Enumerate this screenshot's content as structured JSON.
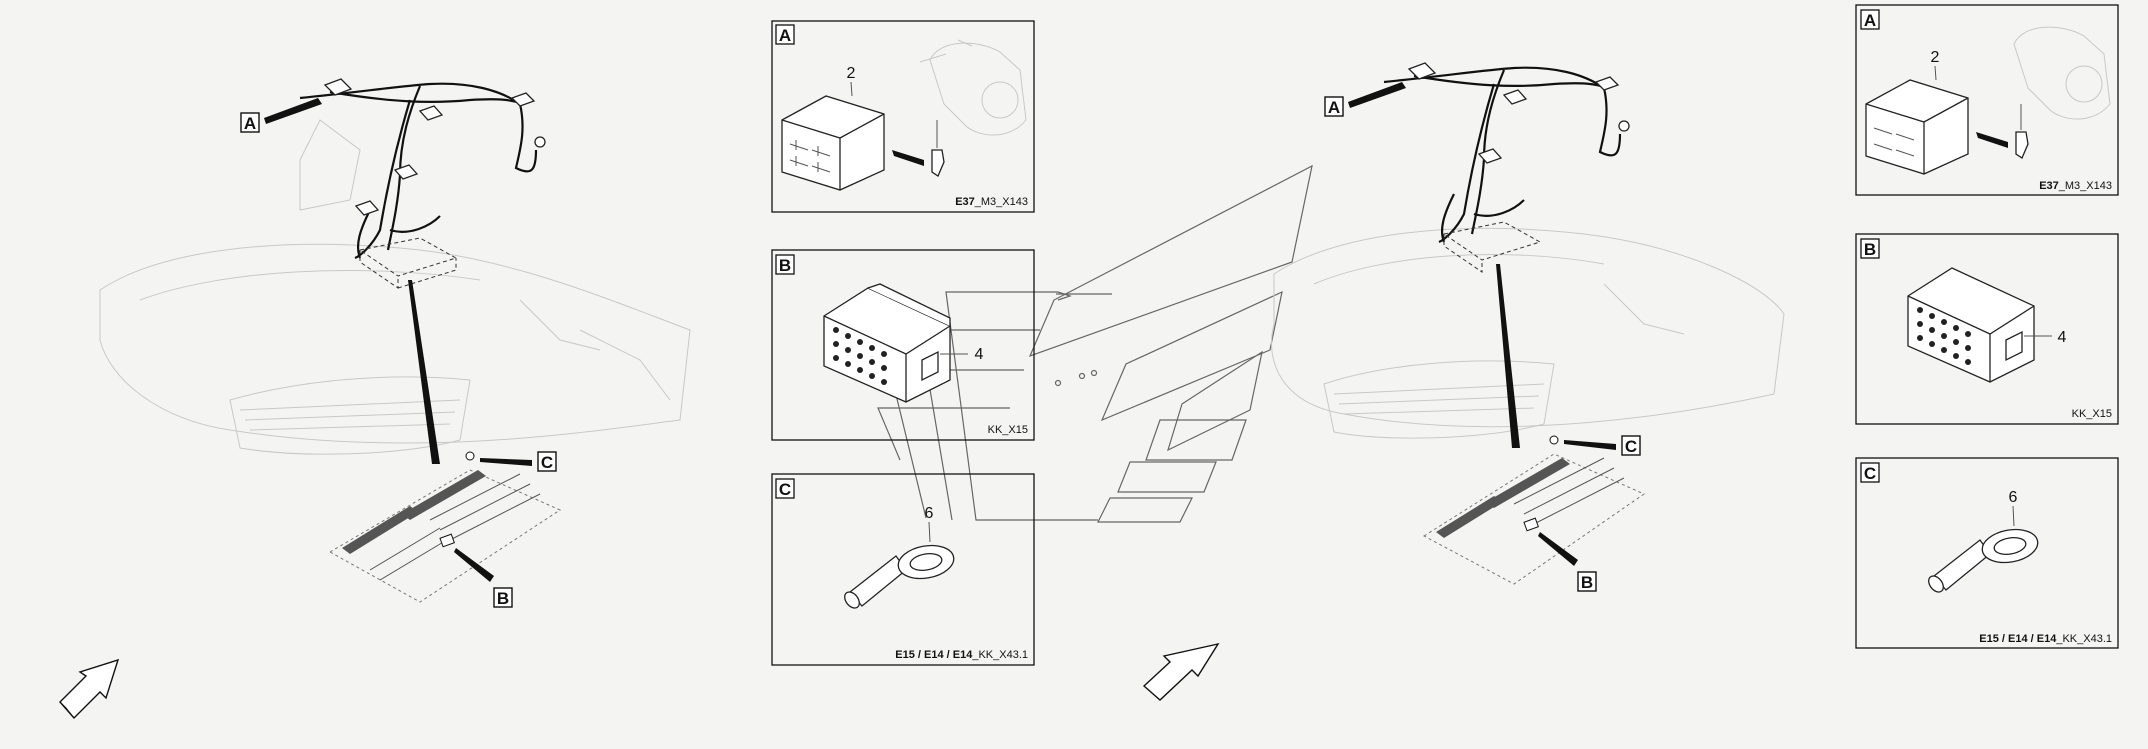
{
  "left_overview": {
    "callouts": {
      "a": "A",
      "b": "B",
      "c": "C"
    }
  },
  "left_details": {
    "a": {
      "letter": "A",
      "item": "2",
      "caption": {
        "code": "E37",
        "rest": "_M3_X143"
      }
    },
    "b": {
      "letter": "B",
      "item": "4",
      "caption": {
        "code": "",
        "rest": "KK_X15"
      }
    },
    "c": {
      "letter": "C",
      "item": "6",
      "caption": {
        "code": "E15 / E14 / E14",
        "rest": "_KK_X43.1"
      }
    }
  },
  "right_overview": {
    "callouts": {
      "a": "A",
      "b": "B",
      "c": "C"
    }
  },
  "right_details": {
    "a": {
      "letter": "A",
      "item": "2",
      "caption": {
        "code": "E37",
        "rest": "_M3_X143"
      }
    },
    "b": {
      "letter": "B",
      "item": "4",
      "caption": {
        "code": "",
        "rest": "KK_X15"
      }
    },
    "c": {
      "letter": "C",
      "item": "6",
      "caption": {
        "code": "E15 / E14 / E14",
        "rest": "_KK_X43.1"
      }
    }
  },
  "icons": [
    "direction-arrow-icon",
    "watermark-logo-icon"
  ],
  "colors": {
    "background": "#f4f5f2",
    "line": "#111111",
    "faint": "#c7c9c6"
  }
}
